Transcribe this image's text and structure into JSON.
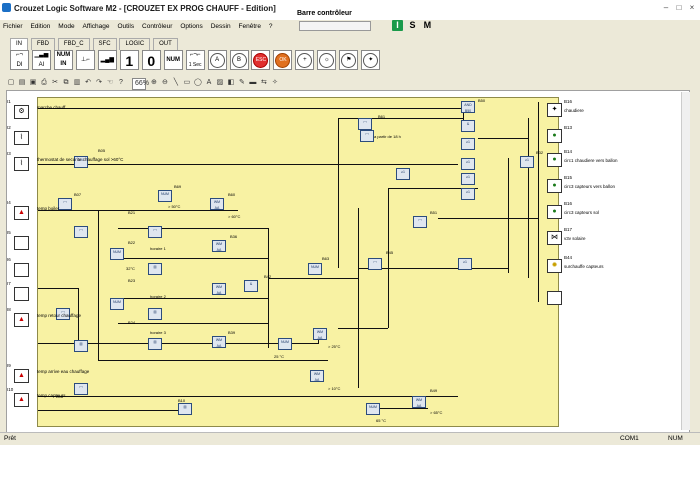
{
  "window": {
    "title": "Crouzet Logic Software M2 - [CROUZET EX PROG CHAUFF - Edition]"
  },
  "menu": [
    "Fichier",
    "Edition",
    "Mode",
    "Affichage",
    "Outils",
    "Contrôleur",
    "Options",
    "Dessin",
    "Fenêtre",
    "?"
  ],
  "controller_panel": {
    "title": "Barre contrôleur",
    "buttons": [
      "I",
      "S",
      "M"
    ]
  },
  "tabs": [
    "IN",
    "FBD",
    "FBD_C",
    "SFC",
    "LOGIC",
    "OUT"
  ],
  "active_tab": 0,
  "palette": [
    {
      "label": "DI",
      "kind": "small"
    },
    {
      "label": "AI",
      "kind": "small"
    },
    {
      "label": "NUM IN",
      "kind": "small"
    },
    {
      "label": "",
      "kind": "small"
    },
    {
      "label": "",
      "kind": "small"
    },
    {
      "label": "1",
      "kind": "big"
    },
    {
      "label": "0",
      "kind": "big"
    },
    {
      "label": "NUM",
      "kind": "small"
    },
    {
      "label": "1 Sec",
      "kind": "small"
    },
    {
      "label": "A",
      "kind": "circ"
    },
    {
      "label": "B",
      "kind": "circ"
    },
    {
      "label": "ESC",
      "kind": "circ"
    },
    {
      "label": "OK",
      "kind": "circ"
    },
    {
      "label": "",
      "kind": "circ"
    },
    {
      "label": "",
      "kind": "circ"
    },
    {
      "label": "",
      "kind": "circ"
    },
    {
      "label": "",
      "kind": "circ"
    }
  ],
  "zoom": "66%",
  "inputs": [
    {
      "id": "I1",
      "blk": "B20",
      "caption": "marche chauff"
    },
    {
      "id": "I2",
      "blk": "",
      "caption": ""
    },
    {
      "id": "I3",
      "blk": "B71",
      "caption": "thermostat de securite chauffage sol >60°C"
    },
    {
      "id": "I4",
      "blk": "B01",
      "caption": "temp boiler"
    },
    {
      "id": "I5",
      "blk": "",
      "caption": ""
    },
    {
      "id": "I6",
      "blk": "",
      "caption": ""
    },
    {
      "id": "I7",
      "blk": "",
      "caption": ""
    },
    {
      "id": "I8",
      "blk": "B01",
      "caption": "temp retour chauffage"
    },
    {
      "id": "I9",
      "blk": "B41",
      "caption": "temp arrive eau chauffage"
    },
    {
      "id": "I10",
      "blk": "B06",
      "caption": "temp capteurs"
    }
  ],
  "outputs": [
    {
      "id": "B16",
      "caption": "chaudiere"
    },
    {
      "id": "B13",
      "caption": ""
    },
    {
      "id": "B14",
      "caption": "circ1 chaudiere vers ballon"
    },
    {
      "id": "B15",
      "caption": "circ3 capteurs vers ballon"
    },
    {
      "id": "B16",
      "caption": "circ3 capteurs sol"
    },
    {
      "id": "B17",
      "caption": "v3v solaire"
    },
    {
      "id": "B44",
      "caption": "surchauffe capteurs"
    },
    {
      "id": "",
      "caption": ""
    }
  ],
  "blocks": [
    {
      "id": "B50",
      "label": "AND"
    },
    {
      "id": "B61",
      "label": ""
    },
    {
      "id": "B51",
      "label": ""
    },
    {
      "id": "B32",
      "label": ""
    },
    {
      "id": "B07",
      "label": ""
    },
    {
      "id": "B69",
      "label": "NUM"
    },
    {
      "id": "B60",
      "label": ""
    },
    {
      "id": "B21",
      "label": ""
    },
    {
      "id": "B22",
      "label": ""
    },
    {
      "id": "B23",
      "label": ""
    },
    {
      "id": "B24",
      "label": ""
    },
    {
      "id": "B36",
      "label": ""
    },
    {
      "id": "B42",
      "label": ""
    },
    {
      "id": "B63",
      "label": ""
    },
    {
      "id": "B45",
      "label": ""
    },
    {
      "id": "B39",
      "label": ""
    },
    {
      "id": "B08",
      "label": ""
    },
    {
      "id": "B10",
      "label": ""
    },
    {
      "id": "B49",
      "label": ""
    }
  ],
  "annotations": [
    "a partir de 18 h",
    "horaire 1",
    "horaire 2",
    "horaire 3",
    "> 60°C",
    "> 50°C",
    "> 25°C",
    "> 10°C",
    "> 65°C",
    "32°C",
    "25 °C",
    "65 °C",
    "B05"
  ],
  "status": {
    "text": "Prêt",
    "port": "COM1",
    "mode": "NUM"
  }
}
